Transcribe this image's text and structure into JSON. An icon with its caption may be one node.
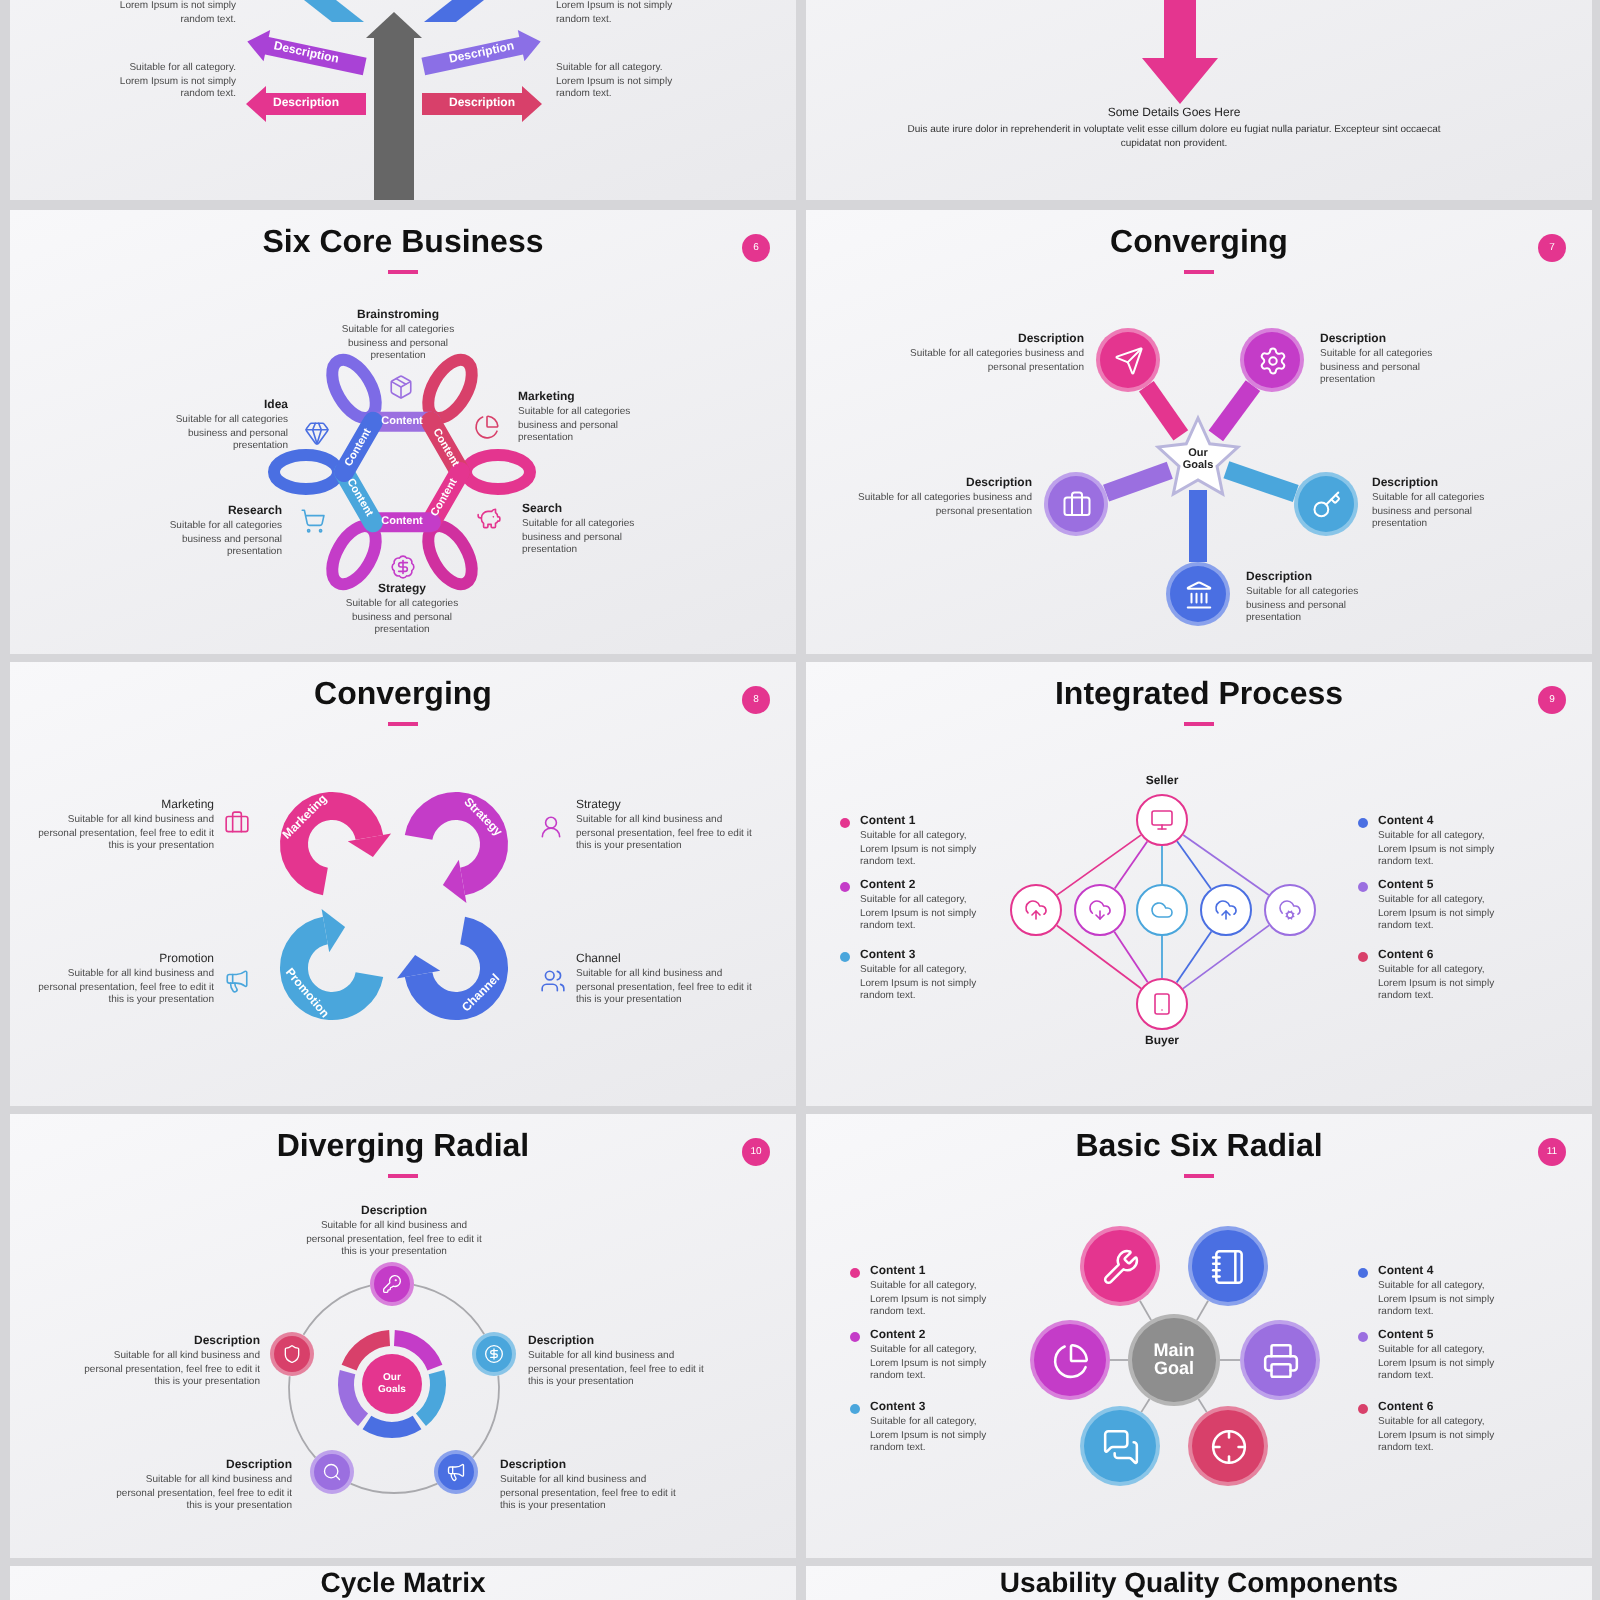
{
  "diagram": {
    "nodes": [
      {
        "text": [],
        "shape": "box"
      },
      {
        "text": [],
        "shape": "arrow",
        "in": 0
      },
      {
        "text": [],
        "shape": "arrow",
        "in": 0
      },
      {
        "text": [
          "Description"
        ],
        "in": 0
      },
      {
        "text": [
          "Description"
        ],
        "in": 0
      },
      {
        "text": [
          "Description"
        ],
        "in": 0
      },
      {
        "text": [
          "Description"
        ],
        "in": 0
      },
      {
        "text": [
          "Some Details Goes Here",
          "Duis aute irure dolor in reprehenderit in voluptate velit esse cillum dolore eu fugiat nulla pariatur. Excepteur sint occaecat cupidatat non provident."
        ]
      },
      {
        "text": [
          "Six Core Business",
          "6"
        ]
      },
      {
        "text": [
          "Converging",
          "7"
        ]
      },
      {
        "text": [
          "Our Goals"
        ],
        "in": 9
      },
      {
        "text": [],
        "shape": "circle",
        "in": 9,
        "beside": [
          "Description",
          "Suitable for all categories business and personal presentation"
        ]
      },
      {
        "text": [],
        "shape": "circle",
        "in": 9,
        "beside": [
          "Description",
          "Suitable for all categories business and personal presentation"
        ]
      },
      {
        "text": [],
        "shape": "circle",
        "in": 9,
        "beside": [
          "Description",
          "Suitable for all categories business and personal presentation"
        ]
      },
      {
        "text": [],
        "shape": "circle",
        "in": 9,
        "beside": [
          "Description",
          "Suitable for all categories business and personal presentation"
        ]
      },
      {
        "text": [],
        "shape": "circle",
        "in": 9,
        "beside": [
          "Description",
          "Suitable for all categories business and personal presentation"
        ]
      },
      {
        "text": [
          "Converging",
          "8"
        ]
      },
      {
        "text": [
          "Marketing"
        ],
        "in": 16
      },
      {
        "text": [
          "Strategy"
        ],
        "in": 16
      },
      {
        "text": [
          "Promotion"
        ],
        "in": 16
      },
      {
        "text": [
          "Channel"
        ],
        "in": 16
      },
      {
        "text": [
          "Integrated Process",
          "9"
        ]
      },
      {
        "text": [],
        "shape": "circle",
        "in": 21,
        "beside": [
          "Seller"
        ]
      },
      {
        "text": [],
        "shape": "circle",
        "in": 21
      },
      {
        "text": [],
        "shape": "circle",
        "in": 21
      },
      {
        "text": [],
        "shape": "circle",
        "in": 21
      },
      {
        "text": [],
        "shape": "circle",
        "in": 21
      },
      {
        "text": [],
        "shape": "circle",
        "in": 21
      },
      {
        "text": [],
        "shape": "circle",
        "in": 21,
        "beside": [
          "Buyer"
        ]
      },
      {
        "text": [
          "Diverging Radial",
          "10"
        ]
      },
      {
        "text": [
          "Our Goals"
        ],
        "in": 29
      },
      {
        "text": [],
        "shape": "circle",
        "in": 29,
        "beside": [
          "Description",
          "Suitable for all kind business and personal presentation, feel free to edit it this is your presentation"
        ]
      },
      {
        "text": [],
        "shape": "circle",
        "in": 29,
        "beside": [
          "Description",
          "Suitable for all kind business and personal presentation, feel free to edit it this is your presentation"
        ]
      },
      {
        "text": [],
        "shape": "circle",
        "in": 29,
        "beside": [
          "Description",
          "Suitable for all kind business and personal presentation, feel free to edit it this is your presentation"
        ]
      },
      {
        "text": [],
        "shape": "circle",
        "in": 29,
        "beside": [
          "Description",
          "Suitable for all kind business and personal presentation, feel free to edit it this is your presentation"
        ]
      },
      {
        "text": [],
        "shape": "circle",
        "in": 29,
        "beside": [
          "Description",
          "Suitable for all kind business and personal presentation, feel free to edit it this is your presentation"
        ]
      },
      {
        "text": [
          "Basic Six Radial",
          "11"
        ]
      },
      {
        "text": [],
        "shape": "circle",
        "in": 36
      },
      {
        "text": [],
        "shape": "circle",
        "in": 36
      },
      {
        "text": [],
        "shape": "circle",
        "in": 36
      },
      {
        "text": [
          "Main Goal"
        ],
        "in": 36
      },
      {
        "text": [],
        "shape": "circle",
        "in": 36
      },
      {
        "text": [],
        "shape": "circle",
        "in": 36
      },
      {
        "text": [],
        "shape": "circle",
        "in": 36
      },
      {
        "text": [
          "Cycle Matrix"
        ]
      },
      {
        "text": [
          "Usability Quality Components"
        ]
      }
    ],
    "edges": [
      {
        "from": 11,
        "to": 10,
        "arrow": "none",
        "style": "thick",
        "color": "#e4358f"
      },
      {
        "from": 12,
        "to": 10,
        "arrow": "none",
        "style": "thick",
        "color": "#c43cc8"
      },
      {
        "from": 13,
        "to": 10,
        "arrow": "none",
        "style": "thick",
        "color": "#9b6fe0"
      },
      {
        "from": 14,
        "to": 10,
        "arrow": "none",
        "style": "thick",
        "color": "#4aa6dc"
      },
      {
        "from": 15,
        "to": 10,
        "arrow": "none",
        "style": "thick",
        "color": "#4a6fe2"
      },
      {
        "from": 22,
        "to": 23,
        "arrow": "none",
        "color": "#e4358f"
      },
      {
        "from": 22,
        "to": 24,
        "arrow": "none",
        "color": "#c43cc8"
      },
      {
        "from": 22,
        "to": 25,
        "arrow": "none",
        "color": "#4aa6dc"
      },
      {
        "from": 22,
        "to": 26,
        "arrow": "none",
        "color": "#4a6fe2"
      },
      {
        "from": 22,
        "to": 27,
        "arrow": "none",
        "color": "#9b6fe0"
      },
      {
        "from": 23,
        "to": 28,
        "arrow": "none",
        "color": "#e4358f"
      },
      {
        "from": 24,
        "to": 28,
        "arrow": "none",
        "color": "#c43cc8"
      },
      {
        "from": 25,
        "to": 28,
        "arrow": "none",
        "color": "#4aa6dc"
      },
      {
        "from": 26,
        "to": 28,
        "arrow": "none",
        "color": "#4a6fe2"
      },
      {
        "from": 27,
        "to": 28,
        "arrow": "none",
        "color": "#9b6fe0"
      },
      {
        "from": 31,
        "to": 33,
        "arrow": "none"
      },
      {
        "from": 33,
        "to": 35,
        "arrow": "none"
      },
      {
        "from": 35,
        "to": 34,
        "arrow": "none"
      },
      {
        "from": 34,
        "to": 32,
        "arrow": "none"
      },
      {
        "from": 32,
        "to": 31,
        "arrow": "none"
      },
      {
        "from": 40,
        "to": 37,
        "arrow": "none"
      },
      {
        "from": 40,
        "to": 38,
        "arrow": "none"
      },
      {
        "from": 40,
        "to": 39,
        "arrow": "none"
      },
      {
        "from": 40,
        "to": 41,
        "arrow": "none"
      },
      {
        "from": 40,
        "to": 42,
        "arrow": "none"
      },
      {
        "from": 40,
        "to": 43,
        "arrow": "none"
      }
    ],
    "labels": [
      "Lorem Ipsum is not simply random text.",
      "Lorem Ipsum is not simply random text.",
      "Suitable for all category. Lorem Ipsum is not simply random text.",
      "Suitable for all category. Lorem Ipsum is not simply random text.",
      "Brainstroming",
      "Suitable for all categories business and personal presentation",
      "Idea",
      "Suitable for all categories business and personal presentation",
      "Marketing",
      "Suitable for all categories business and personal presentation",
      "Research",
      "Suitable for all categories business and personal presentation",
      "Search",
      "Suitable for all categories business and personal presentation",
      "Strategy",
      "Suitable for all categories business and personal presentation",
      "Content",
      "Content",
      "Content",
      "Content",
      "Content",
      "Content",
      "Marketing",
      "Suitable for all kind business and personal presentation, feel free to edit it this is your presentation",
      "Strategy",
      "Suitable for all kind business and personal presentation, feel free to edit it this is your presentation",
      "Promotion",
      "Suitable for all kind business and personal presentation, feel free to edit it this is your presentation",
      "Channel",
      "Suitable for all kind business and personal presentation, feel free to edit it this is your presentation",
      "Content 1",
      "Suitable for all category, Lorem Ipsum is not simply random text.",
      "Content 4",
      "Suitable for all category, Lorem Ipsum is not simply random text.",
      "Content 2",
      "Suitable for all category, Lorem Ipsum is not simply random text.",
      "Content 5",
      "Suitable for all category, Lorem Ipsum is not simply random text.",
      "Content 3",
      "Suitable for all category, Lorem Ipsum is not simply random text.",
      "Content 6",
      "Suitable for all category, Lorem Ipsum is not simply random text.",
      "Content 1",
      "Suitable for all category, Lorem Ipsum is not simply random text.",
      "Content 4",
      "Suitable for all category, Lorem Ipsum is not simply random text.",
      "Content 2",
      "Suitable for all category, Lorem Ipsum is not simply random text.",
      "Content 5",
      "Suitable for all category, Lorem Ipsum is not simply random text.",
      "Content 3",
      "Suitable for all category, Lorem Ipsum is not simply random text.",
      "Content 6",
      "Suitable for all category, Lorem Ipsum is not simply random text."
    ]
  }
}
